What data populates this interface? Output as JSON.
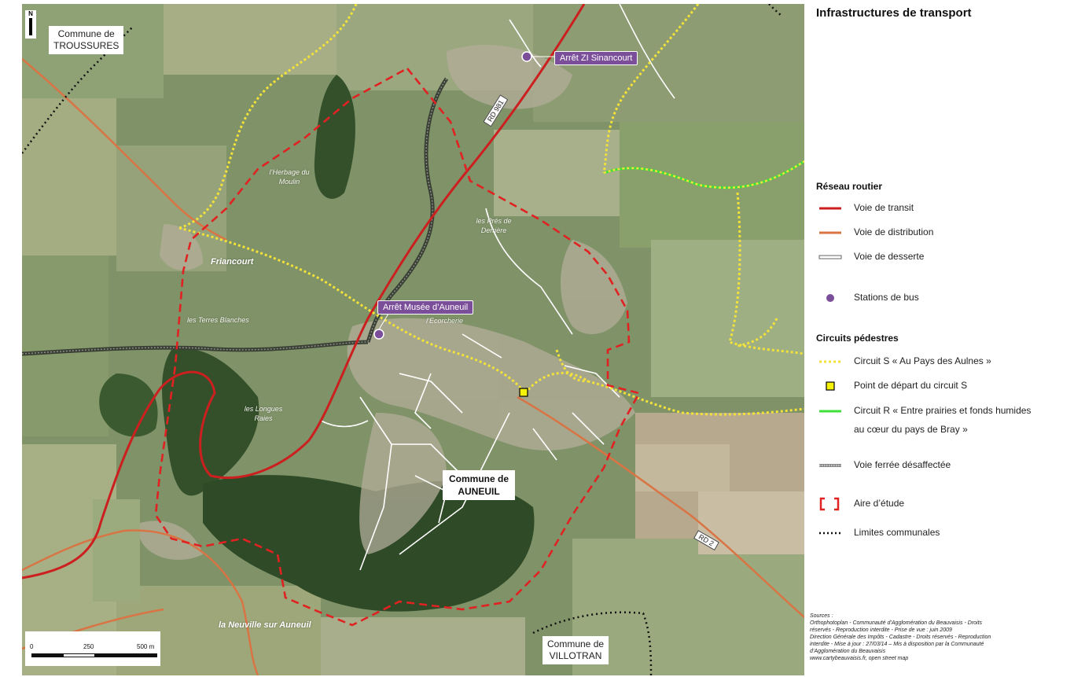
{
  "map": {
    "communes": [
      {
        "line1": "Commune de",
        "line2": "TROUSSURES"
      },
      {
        "line1": "Commune de",
        "line2": "VILLOTRAN"
      }
    ],
    "main_commune": {
      "line1": "Commune de",
      "line2": "AUNEUIL"
    },
    "bus_stops": [
      "Arrêt ZI Sinancourt",
      "Arrêt Musée d’Auneuil"
    ],
    "localities": [
      "l’Herbage du Moulin",
      "les Prés de Derrière",
      "les Terres Blanches",
      "l’Ecorcherie",
      "les Longues Raies"
    ],
    "bold_places": [
      "Friancourt",
      "la Neuville sur Auneuil"
    ],
    "roads": [
      "RD 981",
      "RD 2"
    ],
    "north": "N",
    "scale": {
      "labels": [
        "0",
        "250",
        "500 m"
      ]
    },
    "colors": {
      "transit": "#cc1f1f",
      "distribution": "#d97444",
      "desserte": "#ffffff",
      "bus_station": "#7b4e9a",
      "circuit_s": "#f3e23a",
      "circuit_r": "#3fe03a",
      "study_area": "#e02222"
    }
  },
  "legend": {
    "title": "Infrastructures de transport",
    "section_road": "Réseau routier",
    "road_items": [
      "Voie de transit",
      "Voie de distribution",
      "Voie de desserte"
    ],
    "bus": "Stations de bus",
    "section_walk": "Circuits pédestres",
    "circuit_s": "Circuit S « Au Pays des Aulnes »",
    "depart": "Point de départ du circuit S",
    "circuit_r_1": "Circuit R « Entre prairies et fonds humides",
    "circuit_r_2": "au cœur du pays de Bray »",
    "rail": "Voie ferrée désaffectée",
    "study": "Aire d’étude",
    "limits": "Limites communales",
    "sources": [
      "Sources :",
      "Orthophotoplan - Communauté d’Agglomération du Beauvaisis - Droits",
      "réservés - Reproduction interdite - Prise de vue : juin 2009",
      "Direction Générale des Impôts - Cadastre - Droits réservés - Reproduction",
      "interdite - Mise à jour : 27/03/14 – Mis à disposition par la Communauté",
      "d’Agglomération du Beauvaisis",
      "www.cartybeauvaisis.fr, open street map"
    ]
  }
}
